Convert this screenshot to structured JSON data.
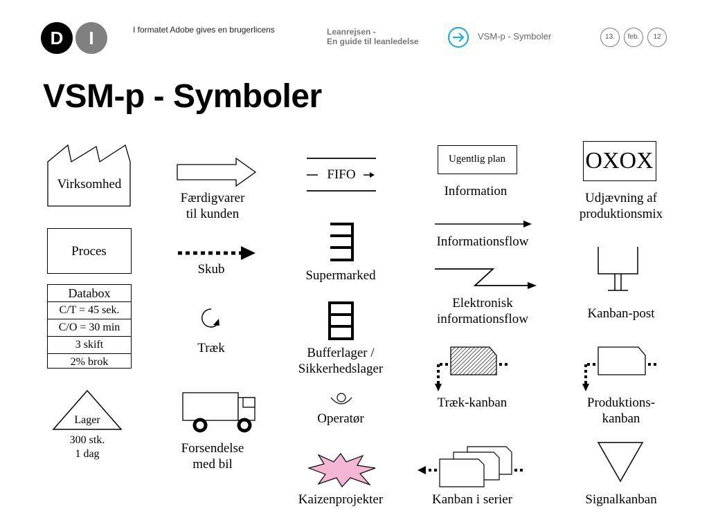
{
  "header": {
    "logo_left": "D",
    "logo_right": "I",
    "license_text": "I formatet Adobe gives en brugerlicens",
    "course_line1": "Leanrejsen -",
    "course_line2": "En guide til leanledelse",
    "section": "VSM-p - Symboler",
    "date_day": "13.",
    "date_month": "feb.",
    "date_year": "12"
  },
  "title": "VSM-p - Symboler",
  "col1": {
    "virksomhed": "Virksomhed",
    "proces": "Proces",
    "databox": [
      "Databox",
      "C/T = 45 sek.",
      "C/O = 30 min",
      "3 skift",
      "2% brok"
    ],
    "lager_inside": "Lager",
    "lager_line1": "300 stk.",
    "lager_line2": "1 dag"
  },
  "col2": {
    "faerdigvarer_line1": "Færdigvarer",
    "faerdigvarer_line2": "til kunden",
    "skub": "Skub",
    "traek": "Træk",
    "forsendelse_line1": "Forsendelse",
    "forsendelse_line2": "med bil"
  },
  "col3": {
    "fifo": "FIFO",
    "supermarked": "Supermarked",
    "buffer_line1": "Bufferlager /",
    "buffer_line2": "Sikkerhedslager",
    "operator": "Operatør",
    "kaizen": "Kaizenprojekter"
  },
  "col4": {
    "ugentlig_plan": "Ugentlig plan",
    "information": "Information",
    "informationsflow": "Informationsflow",
    "elektronisk_line1": "Elektronisk",
    "elektronisk_line2": "informationsflow",
    "traek_kanban": "Træk-kanban",
    "kanban_serier": "Kanban  i serier"
  },
  "col5": {
    "oxox": "OXOX",
    "udjaevning_line1": "Udjævning af",
    "udjaevning_line2": "produktionsmix",
    "kanban_post": "Kanban-post",
    "produktions_line1": "Produktions-",
    "produktions_line2": "kanban",
    "signalkanban": "Signalkanban"
  },
  "colors": {
    "logo_dark": "#000000",
    "logo_grey": "#808080",
    "accent_arrow": "#29abe2",
    "kaizen_fill": "#f4b6d4"
  },
  "icons": [
    "next-arrow-circle-icon",
    "factory-icon",
    "push-arrow-icon",
    "pull-circle-arrow-icon",
    "truck-icon",
    "supermarket-icon",
    "buffer-icon",
    "operator-icon",
    "kaizen-burst-icon",
    "electronic-flow-icon",
    "kanban-post-icon",
    "signal-triangle-icon"
  ]
}
